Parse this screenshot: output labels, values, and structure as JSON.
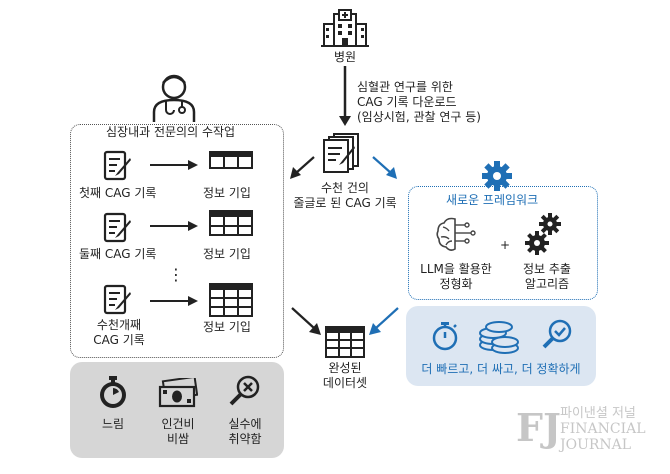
{
  "hospital": {
    "label": "병원"
  },
  "download": {
    "line1": "심혈관 연구를 위한",
    "line2": "CAG 기록 다운로드",
    "line3": "(임상시험, 관찰 연구 등)"
  },
  "manual": {
    "title": "심장내과 전문의의 수작업",
    "rows": [
      {
        "record": "첫째 CAG 기록",
        "entry": "정보 기입"
      },
      {
        "record": "둘째 CAG 기록",
        "entry": "정보 기입"
      },
      {
        "record_line1": "수천개째",
        "record_line2": "CAG 기록",
        "entry": "정보 기입"
      }
    ],
    "ellipsis": "⋮"
  },
  "records": {
    "line1": "수천 건의",
    "line2": "줄글로 된 CAG 기록"
  },
  "framework": {
    "title": "새로운 프레임워크",
    "llm_line1": "LLM을 활용한",
    "llm_line2": "정형화",
    "plus": "+",
    "algo_line1": "정보 추출",
    "algo_line2": "알고리즘"
  },
  "dataset": {
    "line1": "완성된",
    "line2": "데이터셋"
  },
  "drawbacks": [
    {
      "icon": "stopwatch-icon",
      "line1": "느림",
      "line2": ""
    },
    {
      "icon": "money-icon",
      "line1": "인건비",
      "line2": "비쌈"
    },
    {
      "icon": "error-magnifier-icon",
      "line1": "실수에",
      "line2": "취약함"
    }
  ],
  "benefits": {
    "text": "더 빠르고, 더 싸고, 더 정확하게"
  },
  "watermark": {
    "line1": "파이낸셜 저널",
    "line2": "FINANCIAL",
    "line3": "JOURNAL"
  },
  "colors": {
    "accent": "#1f6fb5",
    "gray_panel": "#d6d6d6",
    "blue_panel": "#dce6f2"
  }
}
